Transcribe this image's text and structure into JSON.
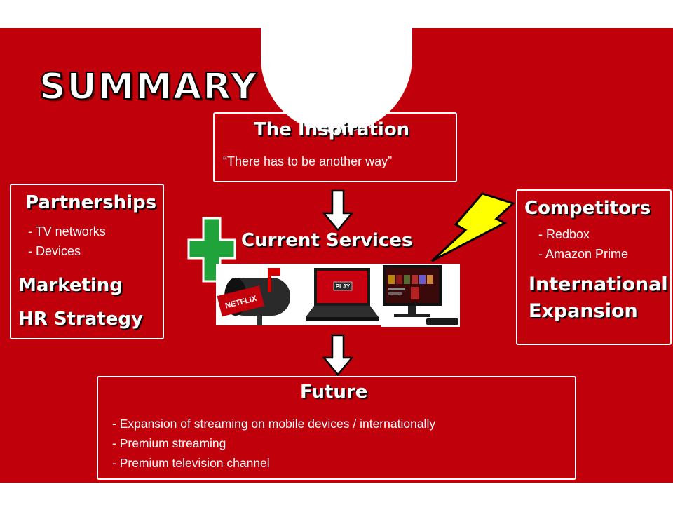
{
  "slide": {
    "title": "SUMMARY",
    "inspiration": {
      "heading": "The Inspiration",
      "quote": "“There has to be another way”"
    },
    "partnerships": {
      "heading": "Partnerships",
      "items": [
        "- TV networks",
        "- Devices"
      ],
      "marketing": "Marketing",
      "hr_strategy": "HR Strategy"
    },
    "current_services": {
      "heading": "Current Services",
      "images": [
        {
          "name": "netflix-mailbox-image",
          "logo_text": "NETFLIX"
        },
        {
          "name": "laptop-play-image",
          "button_text": "PLAY"
        },
        {
          "name": "tv-streaming-image"
        }
      ]
    },
    "competitors": {
      "heading": "Competitors",
      "items": [
        "- Redbox",
        "- Amazon Prime"
      ],
      "expansion_line1": "International",
      "expansion_line2": "Expansion"
    },
    "future": {
      "heading": "Future",
      "items": [
        "- Expansion of streaming on mobile devices / internationally",
        "- Premium streaming",
        "- Premium television channel"
      ]
    },
    "colors": {
      "background": "#c0000a",
      "plus": "#1fa33a",
      "bolt": "#ffff00",
      "text": "#ffffff"
    }
  }
}
